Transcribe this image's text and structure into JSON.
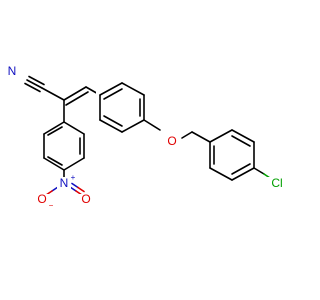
{
  "molecule": {
    "atom_labels": {
      "nitrile_n": "N",
      "ether_o": "O",
      "chlorine": "Cl",
      "nitro_n": "N",
      "nitro_n_charge": "+",
      "nitro_o_left": "O",
      "nitro_o_left_charge": "−",
      "nitro_o_right": "O"
    },
    "colors": {
      "bond": "#000000",
      "nitrogen": "#1010c0",
      "oxygen": "#e00000",
      "chlorine": "#00a000"
    }
  }
}
